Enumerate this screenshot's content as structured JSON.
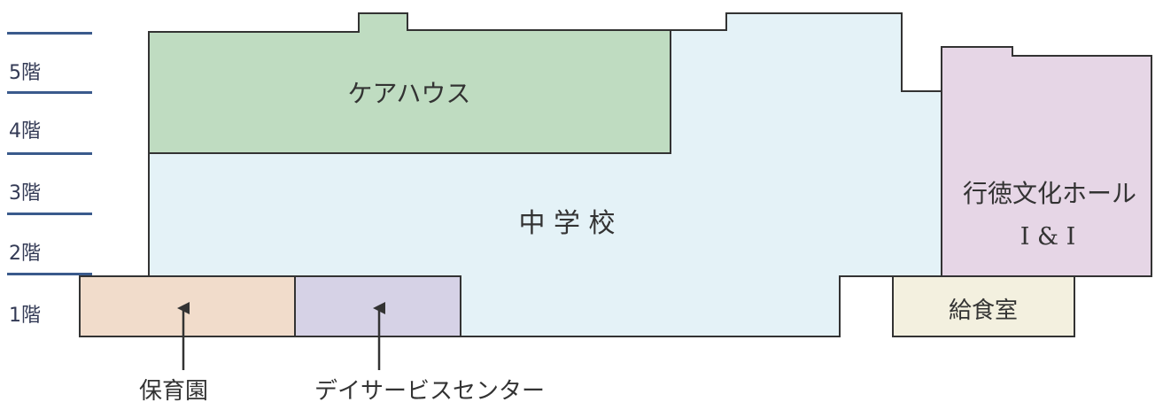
{
  "floors": [
    {
      "label": "5階"
    },
    {
      "label": "4階"
    },
    {
      "label": "3階"
    },
    {
      "label": "2階"
    },
    {
      "label": "1階"
    }
  ],
  "areas": {
    "care_house": {
      "label": "ケアハウス",
      "color": "#bfdcc1"
    },
    "middle_school": {
      "label": "中 学 校",
      "color": "#e4f2f7"
    },
    "culture_hall": {
      "label": "行徳文化ホール",
      "sublabel": "I & I",
      "color": "#e6d6e6"
    },
    "kitchen": {
      "label": "給食室",
      "color": "#f3f0df"
    },
    "nursery": {
      "color": "#f1dccb"
    },
    "day_service": {
      "color": "#d6d2e6"
    }
  },
  "callouts": {
    "nursery": {
      "label": "保育園"
    },
    "day_service": {
      "label": "デイサービスセンター"
    }
  },
  "colors": {
    "outline": "#333333",
    "floor_rule": "#3a5a8c",
    "text": "#333333"
  }
}
